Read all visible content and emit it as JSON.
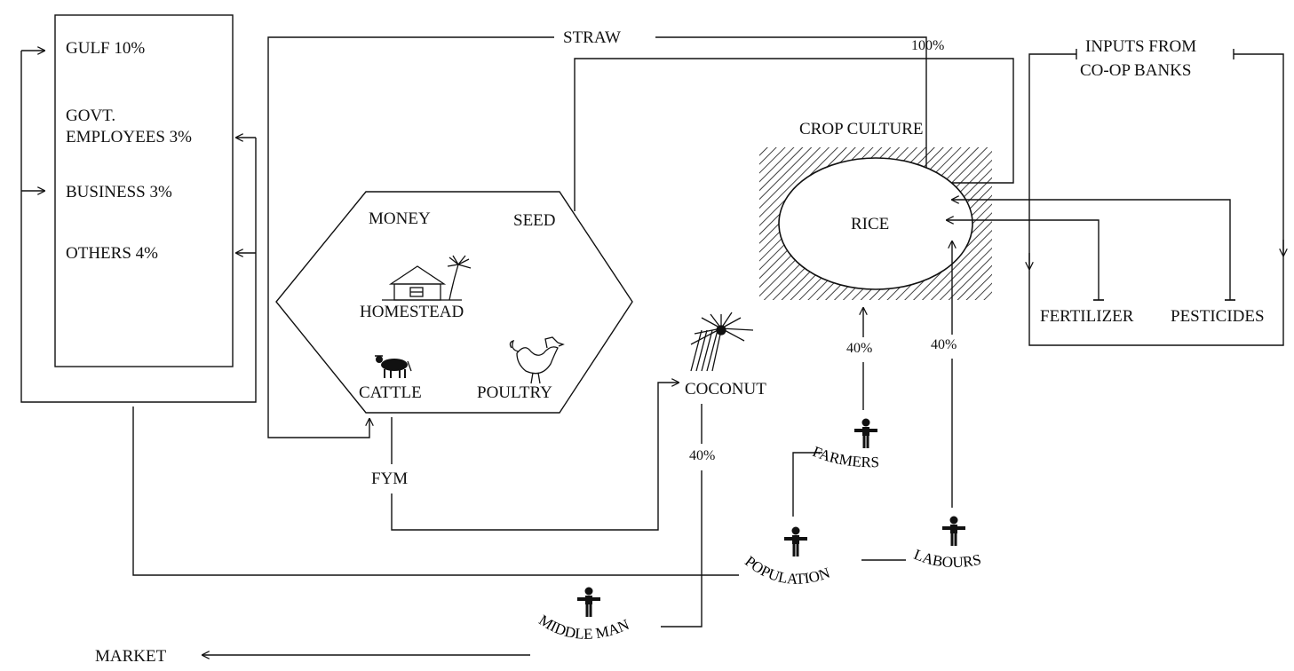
{
  "income": {
    "gulf": "GULF 10%",
    "govt_line1": "GOVT.",
    "govt_line2": "EMPLOYEES 3%",
    "business": "BUSINESS 3%",
    "others": "OTHERS 4%"
  },
  "flows": {
    "straw": "STRAW",
    "straw_pct": "100%",
    "fym": "FYM",
    "coconut_pct": "40%",
    "farmers_pct": "40%",
    "labours_pct": "40%"
  },
  "homestead": {
    "money": "MONEY",
    "seed": "SEED",
    "homestead": "HOMESTEAD",
    "cattle": "CATTLE",
    "poultry": "POULTRY"
  },
  "crop": {
    "title": "CROP CULTURE",
    "rice": "RICE"
  },
  "inputs": {
    "title_line1": "INPUTS FROM",
    "title_line2": "CO-OP BANKS",
    "fertilizer": "FERTILIZER",
    "pesticides": "PESTICIDES"
  },
  "coconut": "COCONUT",
  "people": {
    "farmers": "FARMERS",
    "population": "POPULATION",
    "labours": "LABOURS",
    "middle_man": "MIDDLE MAN"
  },
  "market": "MARKET"
}
